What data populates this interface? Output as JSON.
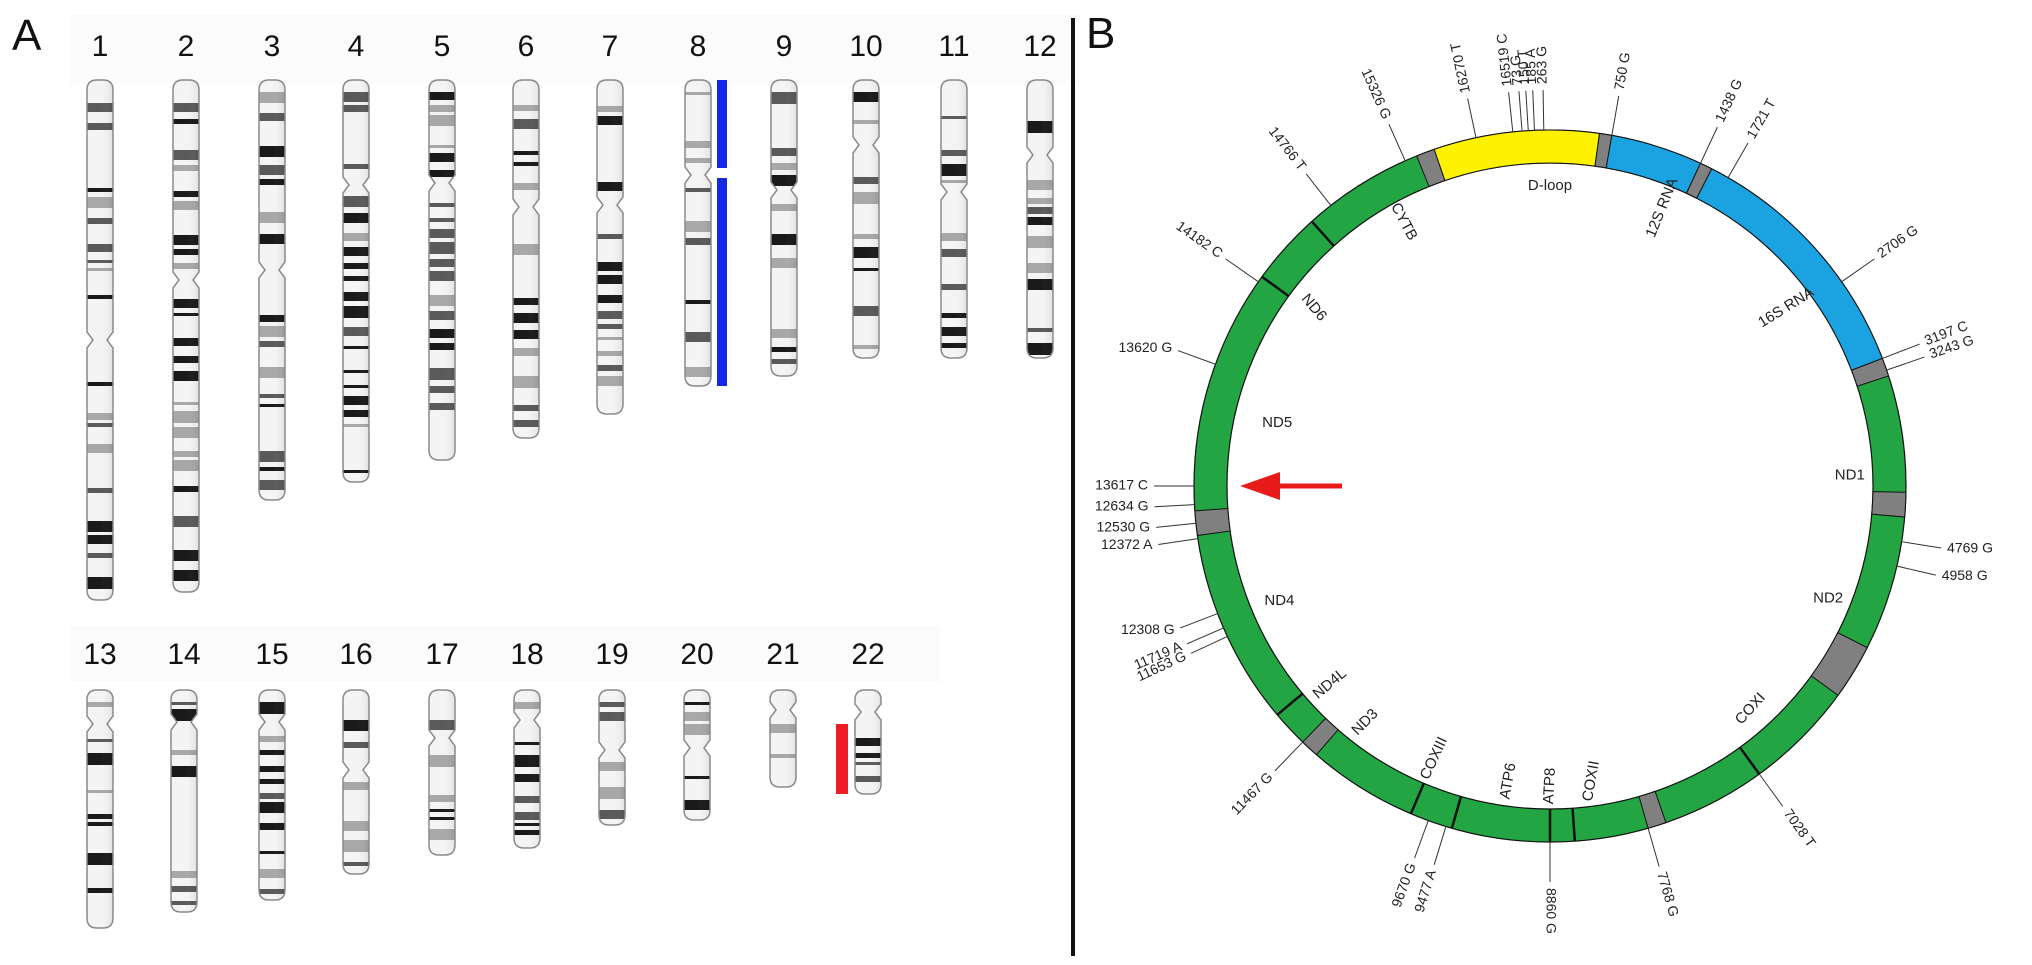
{
  "panels": {
    "a": "A",
    "b": "B"
  },
  "colors": {
    "green": "#23a543",
    "gray": "#808080",
    "yellow": "#fff200",
    "blue": "#1aa3e0",
    "deletion_blue": "#1428e6",
    "deletion_red": "#ee1c24",
    "arrow_red": "#e81b1b"
  },
  "chromosomes": [
    {
      "n": "1"
    },
    {
      "n": "2"
    },
    {
      "n": "3"
    },
    {
      "n": "4"
    },
    {
      "n": "5"
    },
    {
      "n": "6"
    },
    {
      "n": "7"
    },
    {
      "n": "8"
    },
    {
      "n": "9"
    },
    {
      "n": "10"
    },
    {
      "n": "11"
    },
    {
      "n": "12"
    },
    {
      "n": "13"
    },
    {
      "n": "14"
    },
    {
      "n": "15"
    },
    {
      "n": "16"
    },
    {
      "n": "17"
    },
    {
      "n": "18"
    },
    {
      "n": "19"
    },
    {
      "n": "20"
    },
    {
      "n": "21"
    },
    {
      "n": "22"
    }
  ],
  "cnv_markers": [
    {
      "chromosome": "8",
      "arm": "p",
      "color": "blue"
    },
    {
      "chromosome": "8",
      "arm": "q",
      "color": "blue"
    },
    {
      "chromosome": "22",
      "arm": "whole",
      "color": "red"
    }
  ],
  "mito_segments": [
    {
      "name": "D-loop",
      "color": "yellow"
    },
    {
      "name": "12S RNA",
      "color": "blue"
    },
    {
      "name": "16S RNA",
      "color": "blue"
    },
    {
      "name": "ND1",
      "color": "green"
    },
    {
      "name": "ND2",
      "color": "green"
    },
    {
      "name": "COXI",
      "color": "green"
    },
    {
      "name": "COXII",
      "color": "green"
    },
    {
      "name": "ATP8",
      "color": "green"
    },
    {
      "name": "ATP6",
      "color": "green"
    },
    {
      "name": "COXIII",
      "color": "green"
    },
    {
      "name": "ND3",
      "color": "green"
    },
    {
      "name": "ND4L",
      "color": "green"
    },
    {
      "name": "ND4",
      "color": "green"
    },
    {
      "name": "ND5",
      "color": "green"
    },
    {
      "name": "ND6",
      "color": "green"
    },
    {
      "name": "CYTB",
      "color": "green"
    }
  ],
  "variants": [
    "16270 T",
    "16519 C",
    "73 G",
    "150 T",
    "185 A",
    "263 G",
    "750 G",
    "1438 G",
    "1721 T",
    "2706 G",
    "3197 C",
    "3243 G",
    "4769 G",
    "4958 G",
    "7028 T",
    "7768 G",
    "8860 G",
    "9477 A",
    "9670 G",
    "11467 G",
    "11653 G",
    "11719 A",
    "12308 G",
    "12372 A",
    "12530 G",
    "12634 G",
    "13617 C",
    "13620 G",
    "14182 C",
    "14766 T",
    "15326 G"
  ],
  "highlighted_variant": "12634 G"
}
